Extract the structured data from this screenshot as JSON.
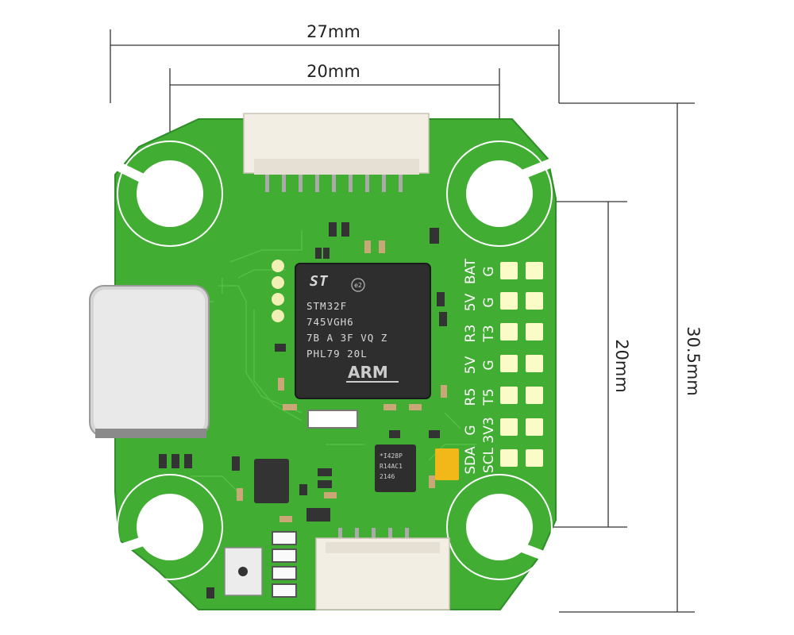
{
  "dimensions": {
    "width_outer": "27mm",
    "width_mount": "20mm",
    "height_mount": "20mm",
    "height_outer": "30.5mm"
  },
  "pad_labels": {
    "col_outer": [
      "BAT",
      "5V",
      "R3",
      "5V",
      "R5",
      "G",
      "SDA"
    ],
    "col_inner": [
      "G",
      "G",
      "T3",
      "G",
      "T5",
      "3V3",
      "SCL"
    ]
  },
  "mcu": {
    "line1": "STM32F",
    "line2": "745VGH6",
    "line3": "7B A 3F VQ Z",
    "line4": "PHL79 20L",
    "brand": "ARM",
    "ver": "e2"
  },
  "small_chip": {
    "line1": "*I428P",
    "line2": "R14AC1",
    "line3": "2146"
  },
  "colors": {
    "board": "#41ad33",
    "board_dark": "#2f8d2a",
    "pad": "#fbfbc8",
    "hole": "#ffffff"
  }
}
